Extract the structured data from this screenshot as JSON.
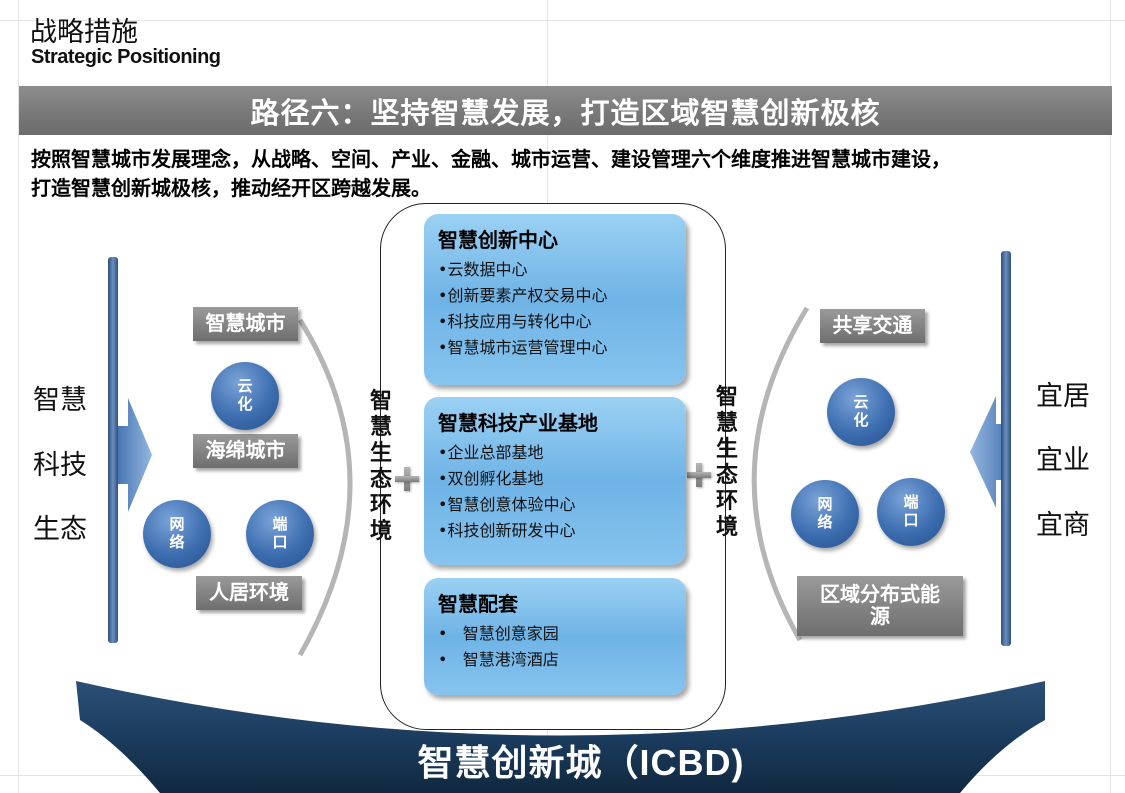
{
  "header": {
    "title_cn": "战略措施",
    "title_en": "Strategic Positioning"
  },
  "banner": {
    "text": "路径六：坚持智慧发展，打造区域智慧创新极核"
  },
  "intro": {
    "line1": "按照智慧城市发展理念，从战略、空间、产业、金融、城市运营、建设管理六个维度推进智慧城市建设，",
    "line2": "打造智慧创新城极核，推动经开区跨越发展。"
  },
  "left_panel": {
    "side_words": [
      "智慧",
      "科技",
      "生态"
    ],
    "labels": [
      "智慧城市",
      "海绵城市",
      "人居环境"
    ],
    "circles": [
      "云化",
      "网络",
      "端口"
    ],
    "vertical_label": "智慧生态环境"
  },
  "right_panel": {
    "side_words": [
      "宜居",
      "宜业",
      "宜商"
    ],
    "labels": [
      "共享交通",
      "区域分布式能源"
    ],
    "circles": [
      "云化",
      "网络",
      "端口"
    ],
    "vertical_label": "智慧生态环境"
  },
  "center": {
    "cards": [
      {
        "title": "智慧创新中心",
        "items": [
          "•云数据中心",
          "•创新要素产权交易中心",
          "•科技应用与转化中心",
          "•智慧城市运营管理中心"
        ]
      },
      {
        "title": "智慧科技产业基地",
        "items": [
          "•企业总部基地",
          "•双创孵化基地",
          "•智慧创意体验中心",
          "•科技创新研发中心"
        ]
      },
      {
        "title": "智慧配套",
        "items": [
          "•   智慧创意家园",
          "•   智慧港湾酒店"
        ]
      }
    ]
  },
  "footer": {
    "title": "智慧创新城（ICBD)"
  },
  "colors": {
    "banner_gray": "#777777",
    "card_blue": "#86c4ee",
    "circle_blue": "#3d6eb0",
    "arc_navy": "#1f3f63",
    "label_gray": "#7a7a7a"
  },
  "icons": [
    "right-arrow-icon",
    "left-arrow-icon",
    "plus-icon"
  ]
}
